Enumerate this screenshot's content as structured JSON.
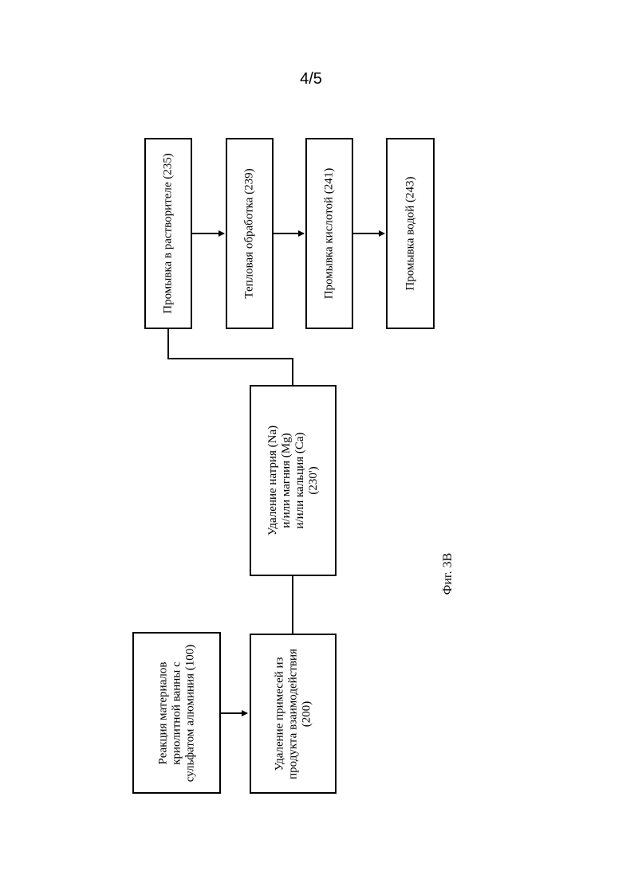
{
  "page": {
    "number": "4/5",
    "caption": "Фиг. 3В"
  },
  "boxes": {
    "b100": {
      "lines": [
        "Реакция материалов",
        "криолитной ванны с",
        "сульфатом алюминия (100)"
      ]
    },
    "b200": {
      "lines": [
        "Удаление примесей из",
        "продукта взаимодействия",
        "(200)"
      ]
    },
    "b230": {
      "lines": [
        "Удаление натрия (Na)",
        "и/или магния (Mg)",
        "и/или кальция (Ca)",
        "(230')"
      ]
    },
    "b235": {
      "lines": [
        "Промывка в растворителе (235)"
      ]
    },
    "b239": {
      "lines": [
        "Тепловая обработка (239)"
      ]
    },
    "b241": {
      "lines": [
        "Промывка кислотой (241)"
      ]
    },
    "b243": {
      "lines": [
        "Промывка водой (243)"
      ]
    }
  },
  "colors": {
    "line": "#000000",
    "background": "#ffffff"
  }
}
